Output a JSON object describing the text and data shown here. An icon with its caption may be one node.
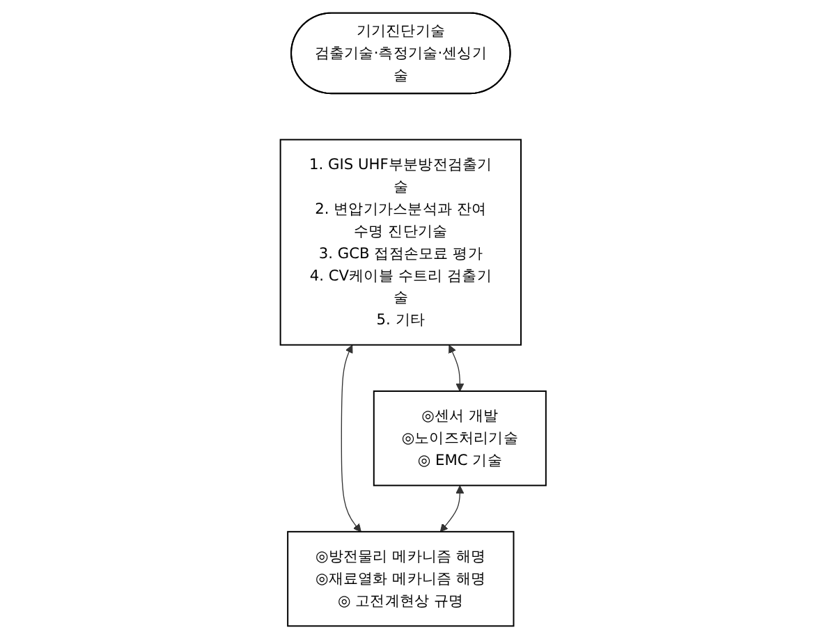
{
  "diagram": {
    "nodes": [
      {
        "text": [
          "기기진단기술",
          "검출기술·측정기술·센싱기술"
        ]
      },
      {
        "text": [
          "1. GIS UHF부분방전검출기술",
          "2. 변압기가스분석과 잔여수명 진단기술",
          "3. GCB 접점손모료 평가",
          "4. CV케이블 수트리 검출기술",
          "5. 기타"
        ]
      },
      {
        "text": [
          "◎센서 개발",
          "◎노이즈처리기술",
          "◎ EMC 기술"
        ]
      },
      {
        "text": [
          "◎방전물리 메카니즘 해명",
          "◎재료열화 메카니즘 해명",
          "◎ 고전계현상 규명"
        ]
      }
    ],
    "edges": [
      {
        "from": 1,
        "to": 2,
        "arrow": "both"
      },
      {
        "from": 1,
        "to": 3,
        "arrow": "both"
      },
      {
        "from": 2,
        "to": 3,
        "arrow": "both"
      }
    ]
  }
}
